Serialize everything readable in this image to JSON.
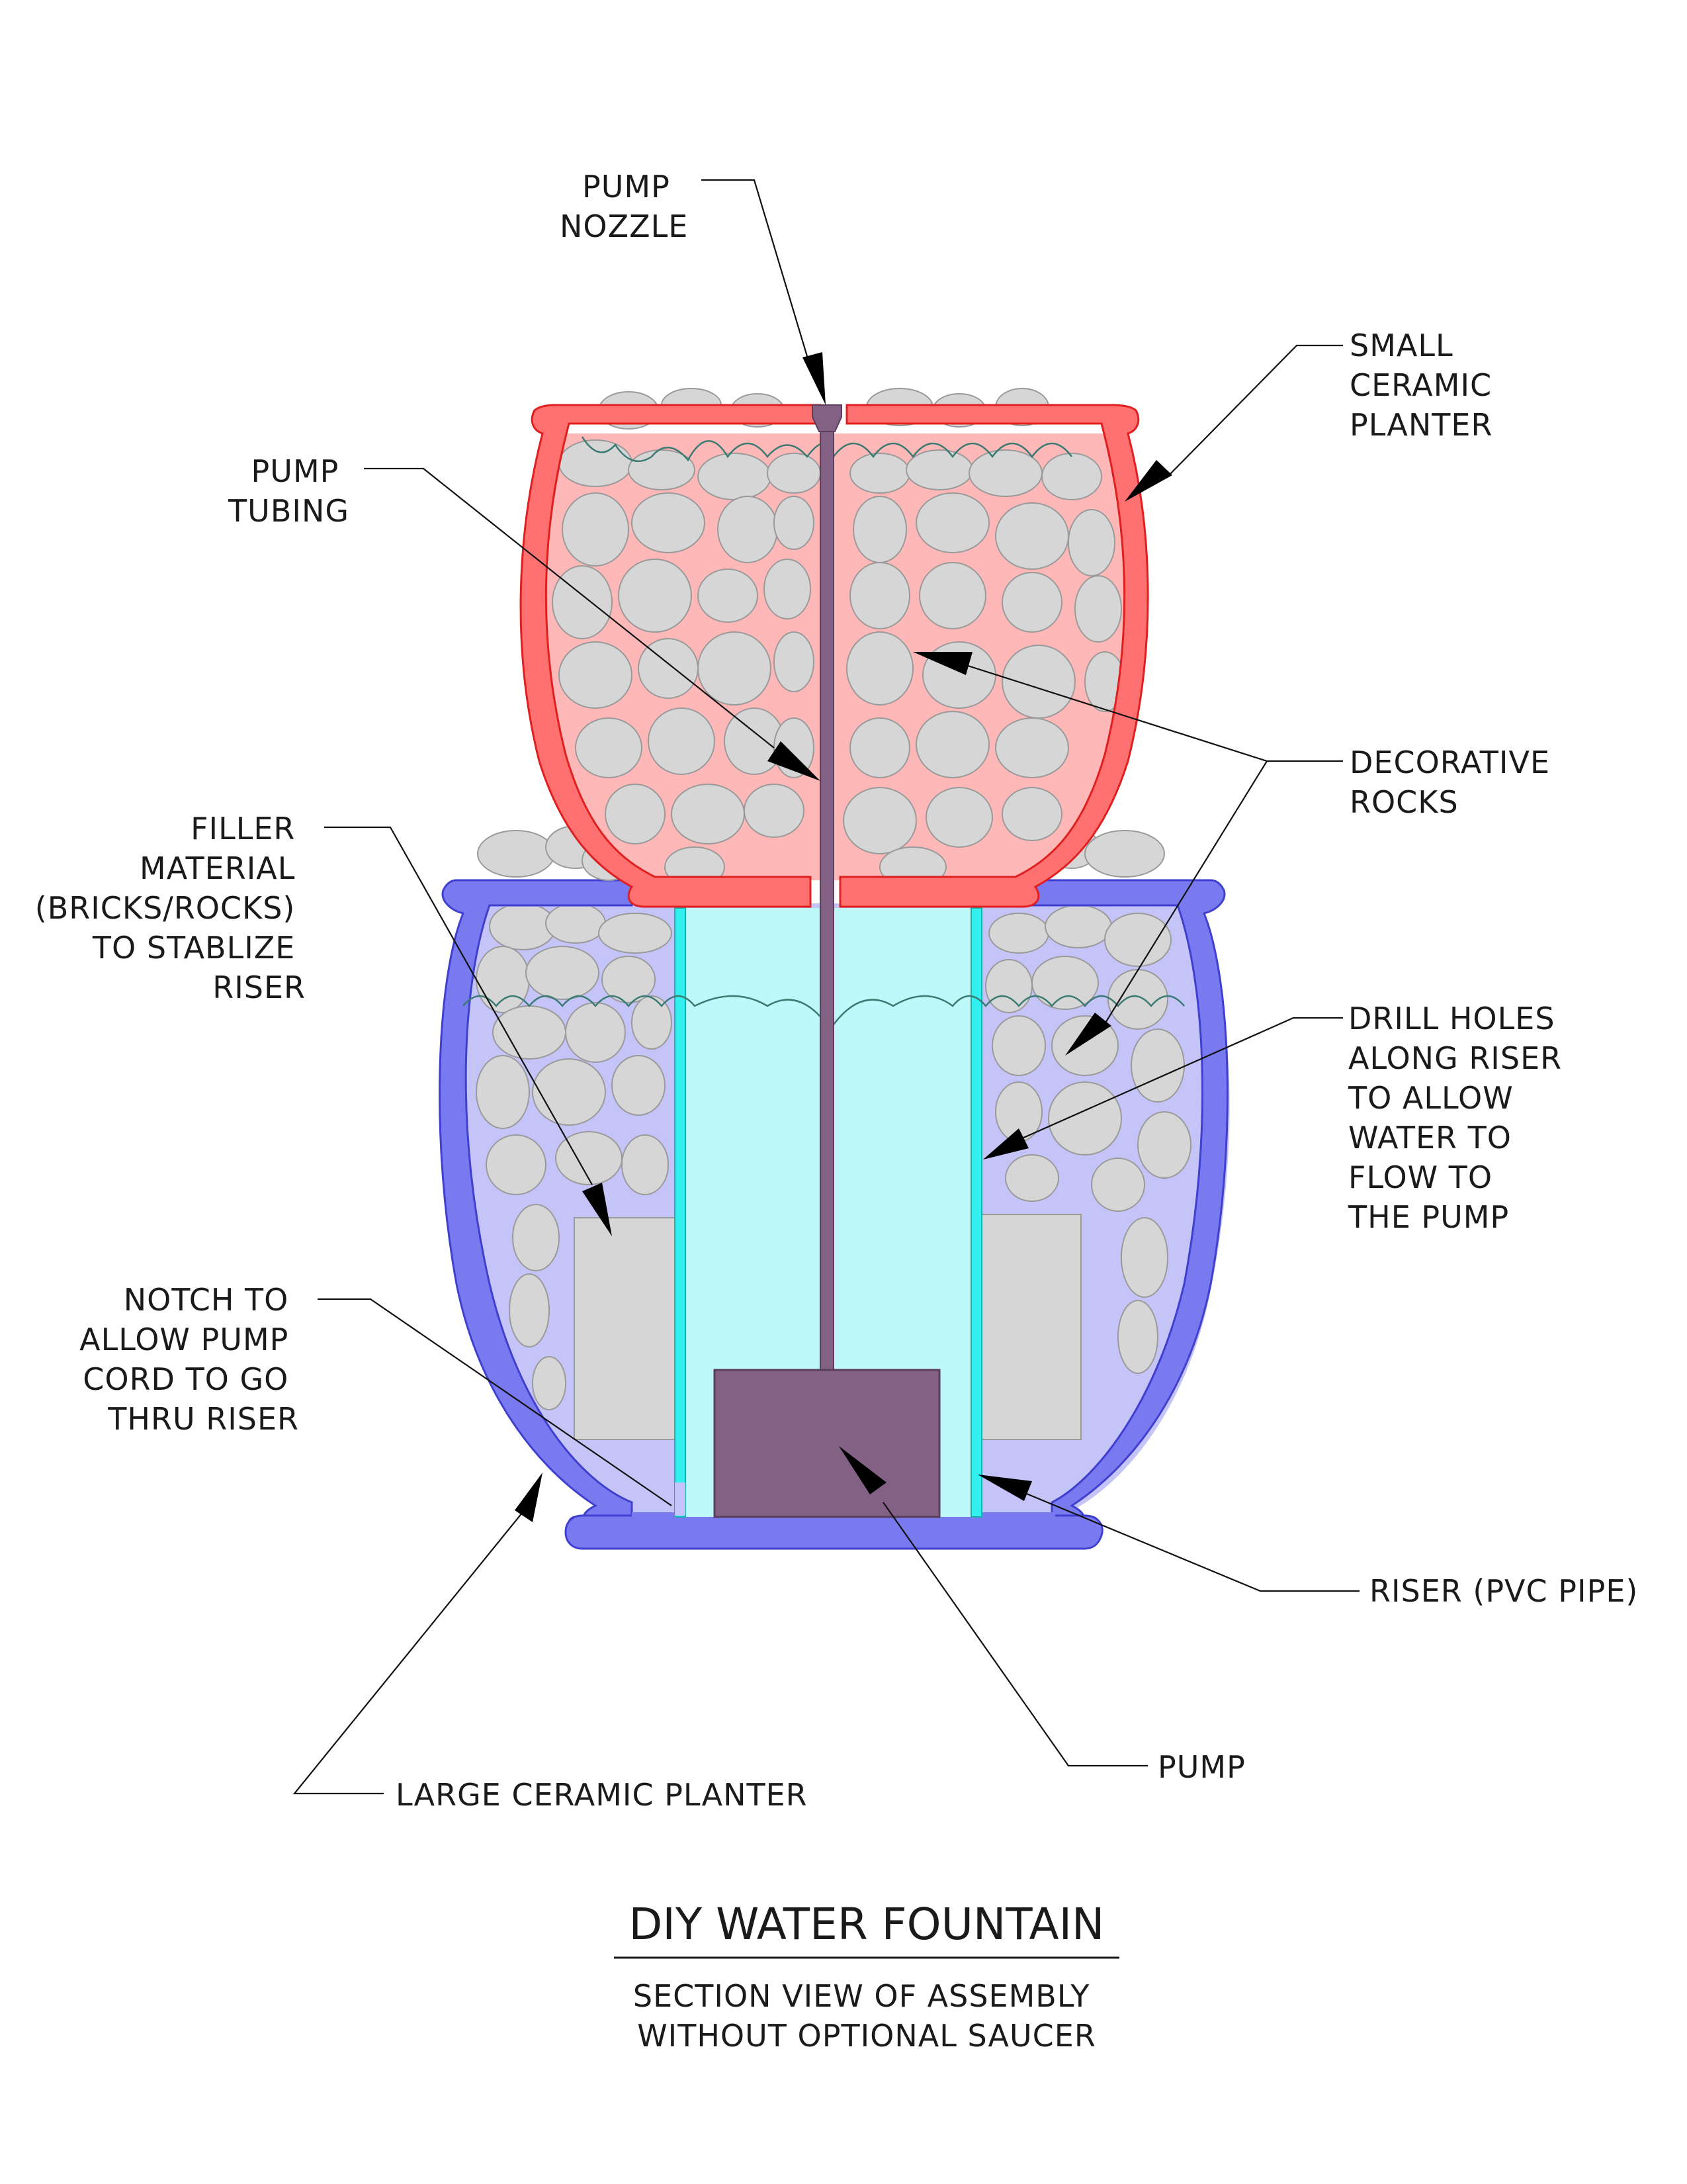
{
  "title": "DIY WATER FOUNTAIN",
  "subtitle_lines": [
    "SECTION VIEW OF ASSEMBLY",
    "WITHOUT OPTIONAL SAUCER"
  ],
  "labels": {
    "pump_nozzle": [
      "PUMP",
      "NOZZLE"
    ],
    "small_planter": [
      "SMALL",
      "CERAMIC",
      "PLANTER"
    ],
    "pump_tubing": [
      "PUMP",
      "TUBING"
    ],
    "decorative_rocks": [
      "DECORATIVE",
      "ROCKS"
    ],
    "filler_material": [
      "FILLER",
      "MATERIAL",
      "(BRICKS/ROCKS)",
      "TO STABLIZE",
      "RISER"
    ],
    "drill_holes": [
      "DRILL HOLES",
      "ALONG RISER",
      "TO ALLOW",
      "WATER TO",
      "FLOW TO",
      "THE PUMP"
    ],
    "notch": [
      "NOTCH TO",
      "ALLOW PUMP",
      "CORD TO GO",
      "THRU RISER"
    ],
    "riser": [
      "RISER (PVC PIPE)"
    ],
    "pump": [
      "PUMP"
    ],
    "large_planter": [
      "LARGE CERAMIC PLANTER"
    ]
  },
  "colors": {
    "small_planter_wall": "#ff7070",
    "small_planter_fill": "#ffb8b8",
    "large_planter_wall": "#7a7af0",
    "large_planter_fill": "#c4c4f8",
    "riser_wall": "#33f0f0",
    "riser_fill": "#bff8f8",
    "pump": "#836185",
    "rock": "#d6d6d6",
    "water_line": "#3a7a72"
  }
}
